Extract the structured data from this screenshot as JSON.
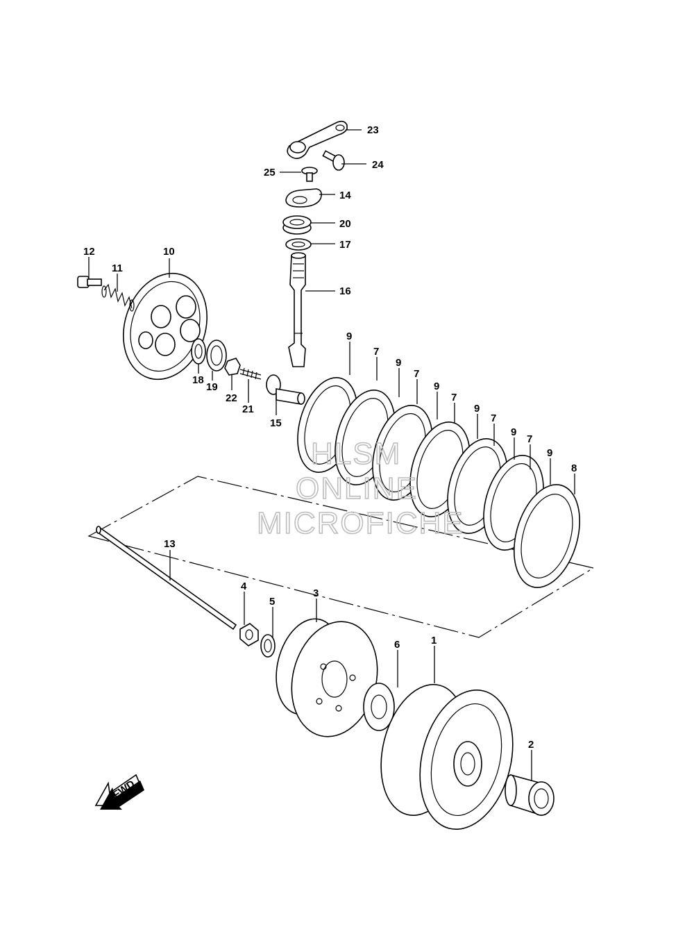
{
  "labels": {
    "p1": "1",
    "p2": "2",
    "p3": "3",
    "p4": "4",
    "p5": "5",
    "p6": "6",
    "p7a": "7",
    "p7b": "7",
    "p7c": "7",
    "p7d": "7",
    "p7e": "7",
    "p8": "8",
    "p9a": "9",
    "p9b": "9",
    "p9c": "9",
    "p9d": "9",
    "p9e": "9",
    "p9f": "9",
    "p10": "10",
    "p11": "11",
    "p12": "12",
    "p13": "13",
    "p14": "14",
    "p15": "15",
    "p16": "16",
    "p17": "17",
    "p18": "18",
    "p19": "19",
    "p20": "20",
    "p21": "21",
    "p22": "22",
    "p23": "23",
    "p24": "24",
    "p25": "25"
  },
  "watermark": {
    "line1": "HLSM",
    "line2": "ONLINE",
    "line3": "MICROFICHE"
  },
  "direction_badge": "FWD"
}
